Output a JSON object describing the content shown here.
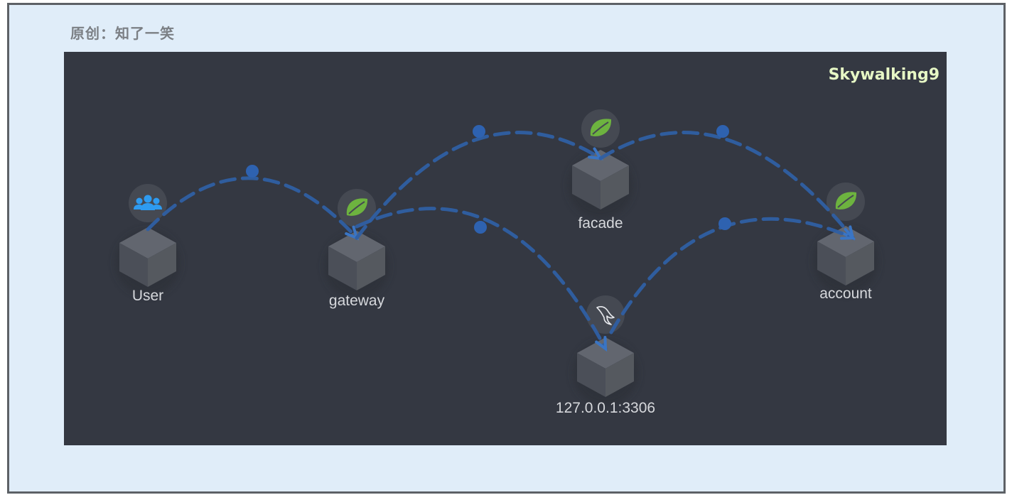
{
  "caption": "原创：知了一笑",
  "brand": "Skywalking9",
  "colors": {
    "frame_background": "#e0edf9",
    "frame_border": "#5d6166",
    "panel_background": "#343842",
    "brand_text": "#e6f7c5",
    "edge": "#2f5fa3",
    "edge_dot": "#2e62b0",
    "spring_leaf": "#6db33f",
    "user_icon": "#2e9bf0",
    "node_label": "#d6d8dc"
  },
  "topology": {
    "nodes": [
      {
        "id": "user",
        "label": "User",
        "icon": "users-icon"
      },
      {
        "id": "gateway",
        "label": "gateway",
        "icon": "spring-leaf-icon"
      },
      {
        "id": "facade",
        "label": "facade",
        "icon": "spring-leaf-icon"
      },
      {
        "id": "account",
        "label": "account",
        "icon": "spring-leaf-icon"
      },
      {
        "id": "mysql",
        "label": "127.0.0.1:3306",
        "icon": "mysql-dolphin-icon"
      }
    ],
    "edges": [
      {
        "from": "user",
        "to": "gateway"
      },
      {
        "from": "gateway",
        "to": "facade"
      },
      {
        "from": "gateway",
        "to": "mysql"
      },
      {
        "from": "facade",
        "to": "account"
      },
      {
        "from": "mysql",
        "to": "account"
      }
    ]
  }
}
